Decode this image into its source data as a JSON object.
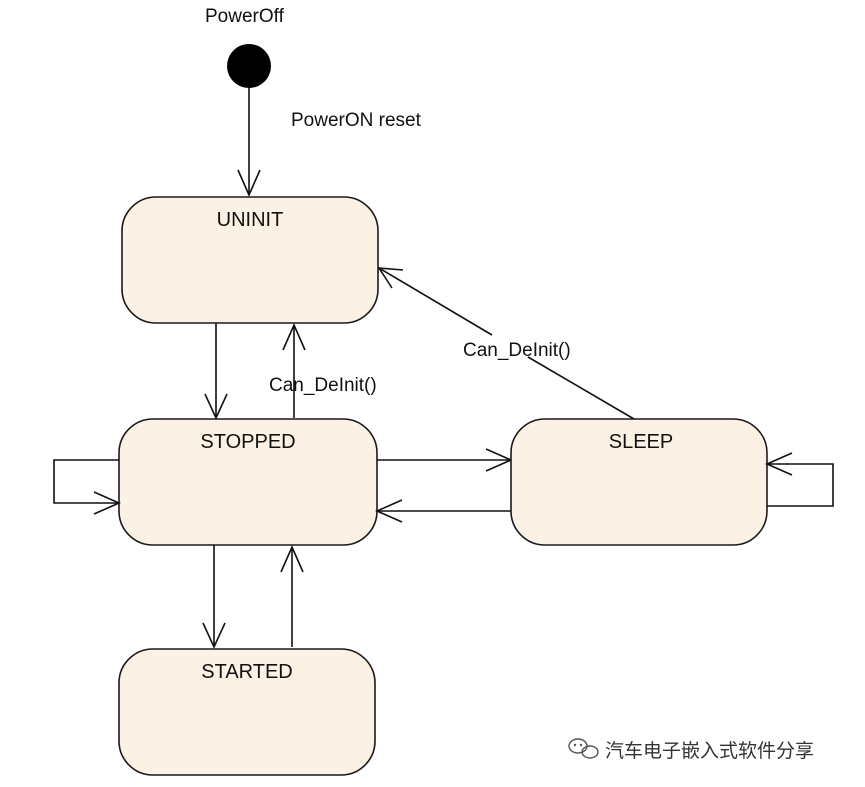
{
  "diagram": {
    "initial": {
      "label": "PowerOff"
    },
    "states": {
      "uninit": "UNINIT",
      "stopped": "STOPPED",
      "sleep": "SLEEP",
      "started": "STARTED"
    },
    "transitions": {
      "power_on": "PowerON reset",
      "stopped_to_uninit": "Can_DeInit()",
      "sleep_to_uninit": "Can_DeInit()"
    }
  },
  "watermark": {
    "icon": "wechat-icon",
    "text": "汽车电子嵌入式软件分享"
  }
}
